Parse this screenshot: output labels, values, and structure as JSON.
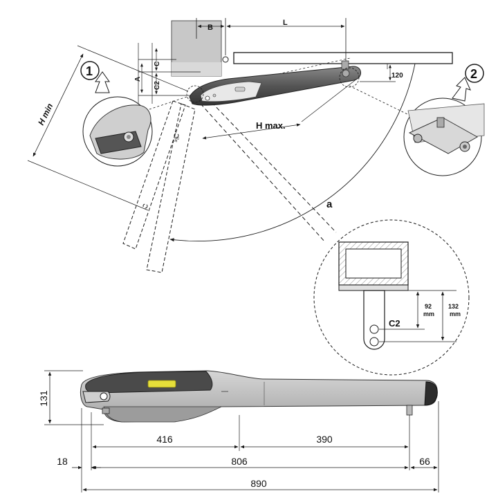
{
  "top_diagram": {
    "dim_B": "B",
    "dim_L": "L",
    "dim_A": "A",
    "dim_C": "C",
    "dim_C2": "C2",
    "dim_120": "120",
    "h_min": "H min",
    "h_max": "H max.",
    "angle_a": "a",
    "callout_1": "1",
    "callout_2": "2"
  },
  "detail_view": {
    "c2_label": "C2",
    "dim_92_value": "92",
    "dim_92_unit": "mm",
    "dim_132_value": "132",
    "dim_132_unit": "mm"
  },
  "side_view": {
    "height": "131",
    "dim_416": "416",
    "dim_390": "390",
    "dim_18": "18",
    "dim_806": "806",
    "dim_66": "66",
    "dim_890": "890"
  },
  "colors": {
    "line": "#1a1a1a",
    "body_gray": "#b9b9b9",
    "dark_gray": "#5a5a5a",
    "accent_yellow": "#e6df3a"
  }
}
